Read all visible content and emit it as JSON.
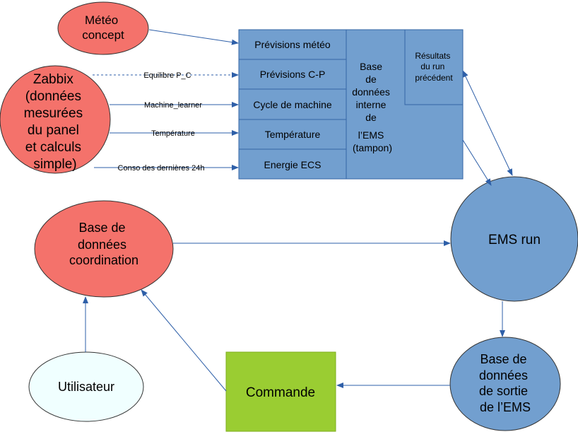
{
  "colors": {
    "red_node": "#f4726b",
    "blue_node": "#729fcf",
    "green_node": "#9acd32",
    "light_node": "#f0ffff",
    "edge": "#2e5fa8"
  },
  "nodes": {
    "meteo": [
      "Météo",
      "concept"
    ],
    "zabbix": [
      "Zabbix",
      "(données",
      "mesurées",
      "du panel",
      "et calculs",
      "simple)"
    ],
    "coordination": [
      "Base de",
      "données",
      "coordination"
    ],
    "utilisateur": [
      "Utilisateur"
    ],
    "commande": [
      "Commande"
    ],
    "ems_run": [
      "EMS run"
    ],
    "sortie": [
      "Base de",
      "données",
      "de sortie",
      "de l’EMS"
    ]
  },
  "ems_db": {
    "rows": [
      "Prévisions météo",
      "Prévisions C-P",
      "Cycle de machine",
      "Température",
      "Energie ECS"
    ],
    "middle": [
      "Base",
      "de",
      "données",
      "interne",
      "de",
      "l’EMS",
      "(tampon)"
    ],
    "results": [
      "Résultats",
      "du run",
      "précédent"
    ]
  },
  "edge_labels": {
    "equilibre": "Equilibre P_C",
    "machine": "Machine_learner",
    "temperature": "Température",
    "conso": "Conso des dernières 24h"
  }
}
